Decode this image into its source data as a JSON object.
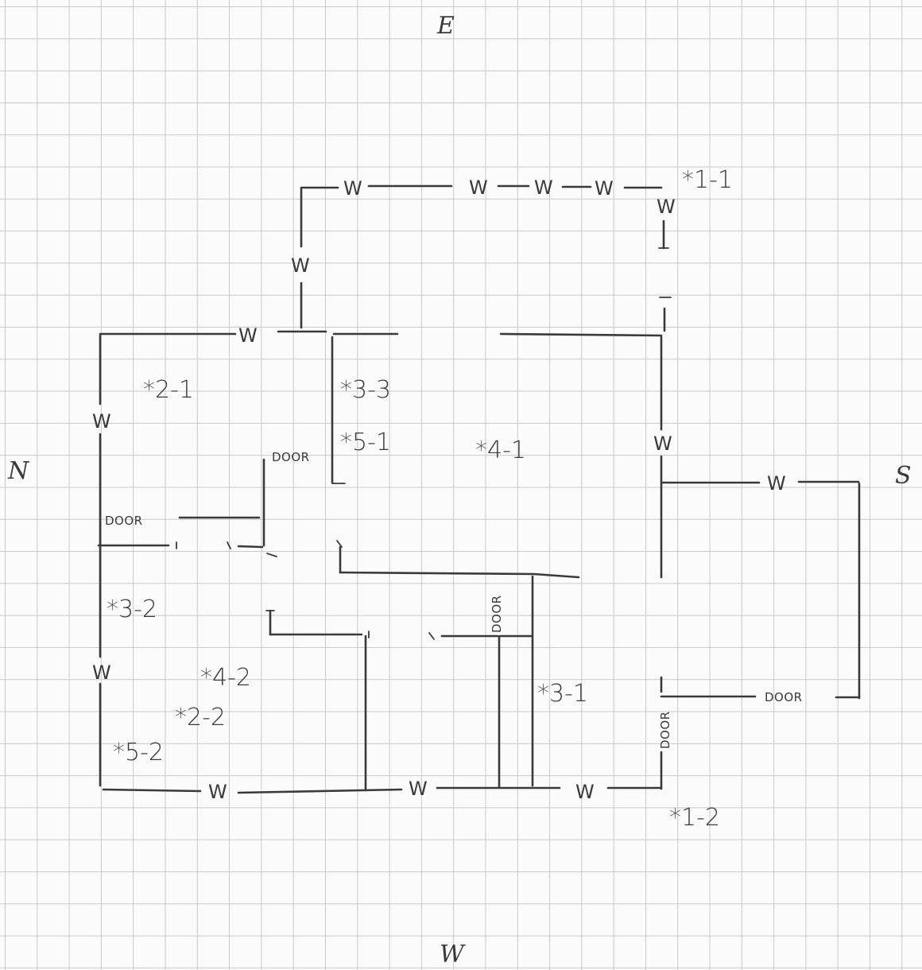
{
  "compass": {
    "top": "E",
    "bottom": "W",
    "left": "N",
    "right": "S"
  },
  "window_mark": "W",
  "door_mark": "DOOR",
  "labels": {
    "l11": "*1-1",
    "l12": "*1-2",
    "l21": "*2-1",
    "l22": "*2-2",
    "l31": "*3-1",
    "l32": "*3-2",
    "l33": "*3-3",
    "l41": "*4-1",
    "l42": "*4-2",
    "l51": "*5-1",
    "l52": "*5-2"
  }
}
